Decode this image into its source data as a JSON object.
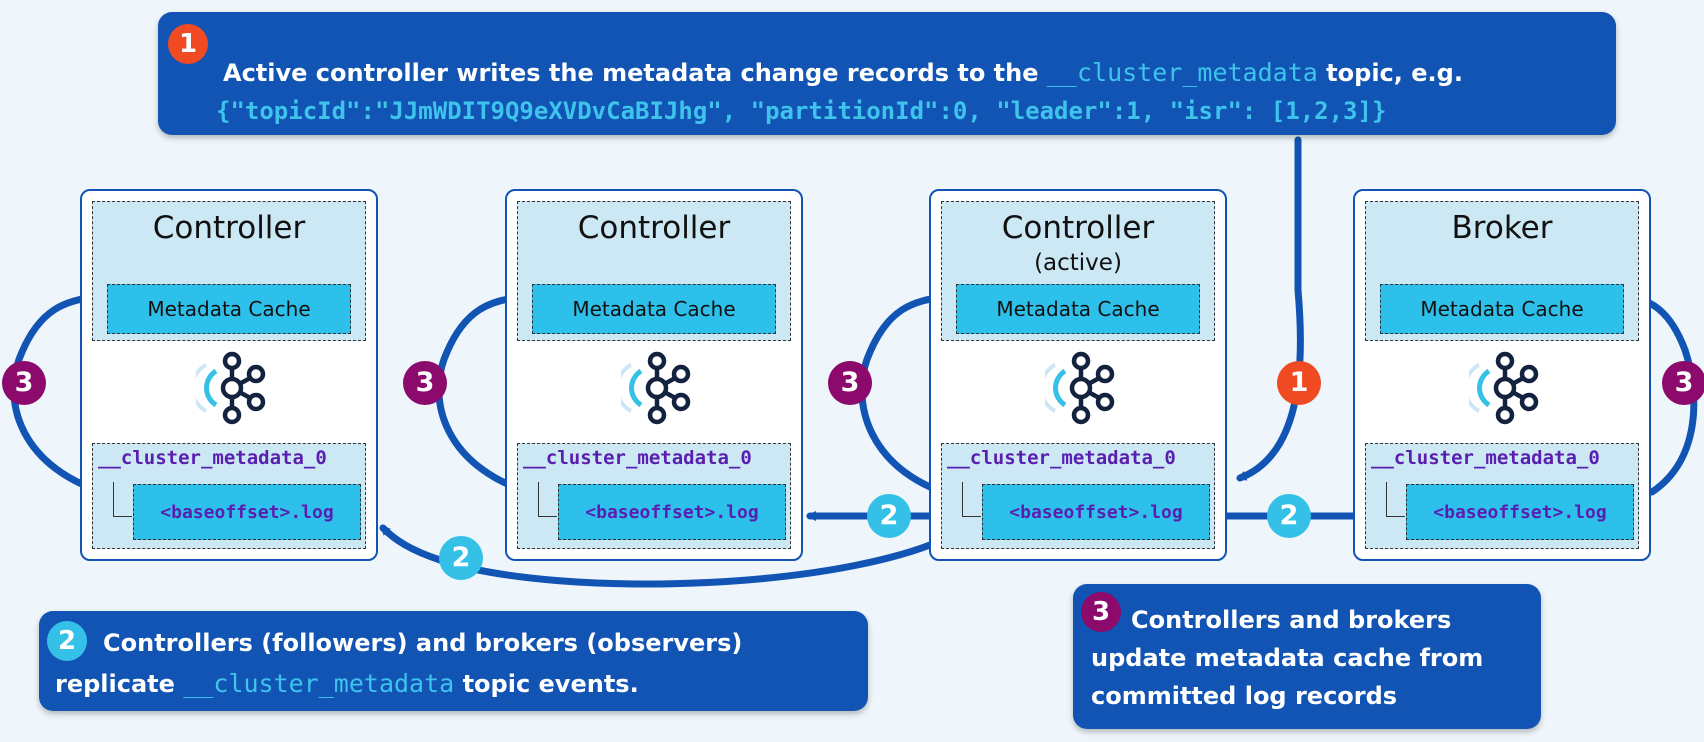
{
  "callout1": {
    "badge": "1",
    "text_before": "Active controller writes the metadata change records to the",
    "topic": "__cluster_metadata",
    "text_after": "topic, e.g.",
    "example": "{\"topicId\":\"JJmWDIT9Q9eXVDvCaBIJhg\", \"partitionId\":0, \"leader\":1, \"isr\": [1,2,3]}"
  },
  "callout2": {
    "badge": "2",
    "line1": "Controllers (followers) and brokers (observers)",
    "line2_before": "replicate",
    "topic": "__cluster_metadata",
    "line2_after": "topic events."
  },
  "callout3": {
    "badge": "3",
    "line1": "Controllers and brokers",
    "line2": "update metadata cache from",
    "line3": "committed log records"
  },
  "nodes": [
    {
      "title": "Controller",
      "subtitle": "",
      "cache": "Metadata Cache",
      "partition": "__cluster_metadata_0",
      "log": "<baseoffset>.log"
    },
    {
      "title": "Controller",
      "subtitle": "",
      "cache": "Metadata Cache",
      "partition": "__cluster_metadata_0",
      "log": "<baseoffset>.log"
    },
    {
      "title": "Controller",
      "subtitle": "(active)",
      "cache": "Metadata Cache",
      "partition": "__cluster_metadata_0",
      "log": "<baseoffset>.log"
    },
    {
      "title": "Broker",
      "subtitle": "",
      "cache": "Metadata Cache",
      "partition": "__cluster_metadata_0",
      "log": "<baseoffset>.log"
    }
  ],
  "step_badges": {
    "one": "1",
    "two": "2",
    "three": "3"
  },
  "colors": {
    "primary": "#1254b3",
    "step1": "#f04a23",
    "step2": "#35c0e8",
    "step3": "#8b0a6c",
    "cache": "#2dc0ea",
    "mono_text": "#5a1fb0"
  },
  "icons": {
    "node": "kafka-logo-icon"
  }
}
